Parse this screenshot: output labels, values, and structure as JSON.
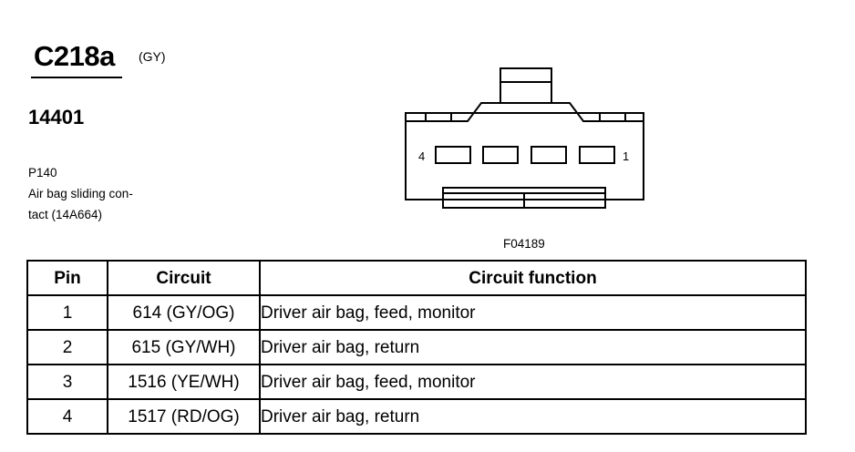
{
  "header": {
    "connector_id": "C218a",
    "connector_color": "(GY)",
    "part_number": "14401"
  },
  "description": {
    "pin_ref": "P140",
    "line1": "Air bag sliding con-",
    "line2": "tact (14A664)"
  },
  "diagram": {
    "pin_label_left": "4",
    "pin_label_right": "1",
    "figure_code": "F04189"
  },
  "table": {
    "headers": {
      "pin": "Pin",
      "circuit": "Circuit",
      "function": "Circuit function"
    },
    "rows": [
      {
        "pin": "1",
        "circuit": "614 (GY/OG)",
        "function": "Driver air bag, feed, monitor"
      },
      {
        "pin": "2",
        "circuit": "615 (GY/WH)",
        "function": "Driver air bag, return"
      },
      {
        "pin": "3",
        "circuit": "1516 (YE/WH)",
        "function": "Driver air bag, feed, monitor"
      },
      {
        "pin": "4",
        "circuit": "1517 (RD/OG)",
        "function": "Driver air bag, return"
      }
    ]
  }
}
